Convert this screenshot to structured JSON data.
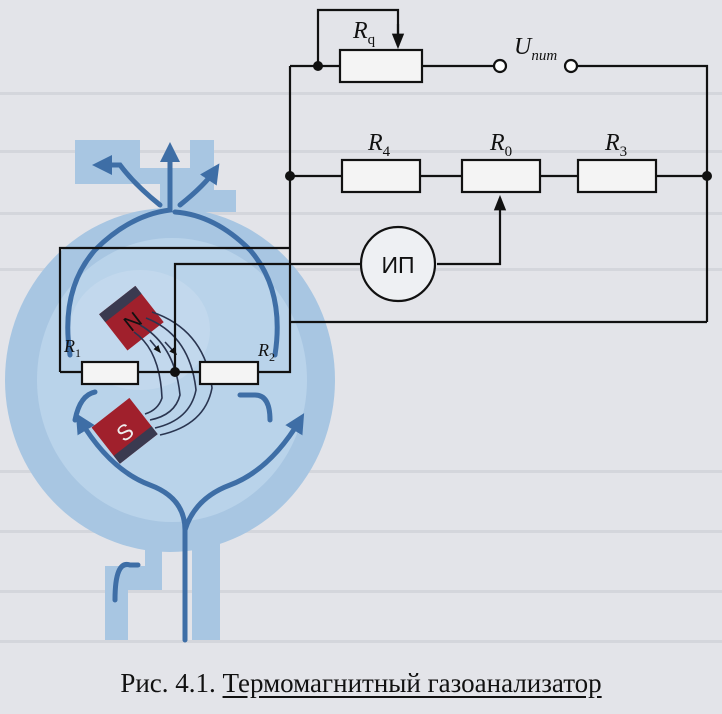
{
  "figure": {
    "caption_prefix": "Рис. 4.1.",
    "caption_title": "Термомагнитный газоанализатор",
    "labels": {
      "rq": "R",
      "rq_sub": "q",
      "upit": "U",
      "upit_sub": "пит",
      "r4": "R",
      "r4_sub": "4",
      "r0": "R",
      "r0_sub": "0",
      "r3": "R",
      "r3_sub": "3",
      "r1": "R",
      "r1_sub": "1",
      "r2": "R",
      "r2_sub": "2",
      "meter": "ИП",
      "magnet_n": "N",
      "magnet_s": "S"
    },
    "colors": {
      "chamber": "#a8c6e2",
      "chamber_inner": "#b9d3ea",
      "flow_arrows": "#3e6ea6",
      "magnet": "#a0202c",
      "magnet_dark": "#3a3a50",
      "wire": "#111111"
    }
  }
}
